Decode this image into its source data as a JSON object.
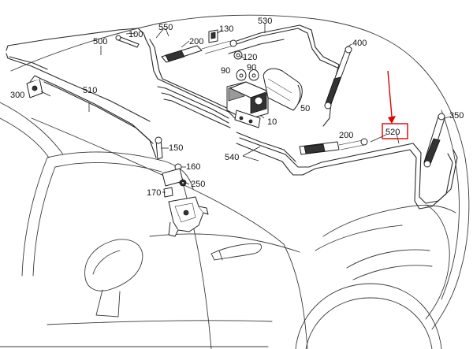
{
  "callouts": {
    "c100": "100",
    "c550": "550",
    "c130": "130",
    "c530": "530",
    "c500": "500",
    "c200a": "200",
    "c400": "400",
    "c120": "120",
    "c90a": "90",
    "c90b": "90",
    "c300": "300",
    "c510": "510",
    "c50": "50",
    "c10": "10",
    "c520": "520",
    "c350": "350",
    "c200b": "200",
    "c150": "150",
    "c540": "540",
    "c160": "160",
    "c250": "250",
    "c170": "170"
  },
  "highlight": {
    "callout": "520",
    "color": "#e00000"
  }
}
